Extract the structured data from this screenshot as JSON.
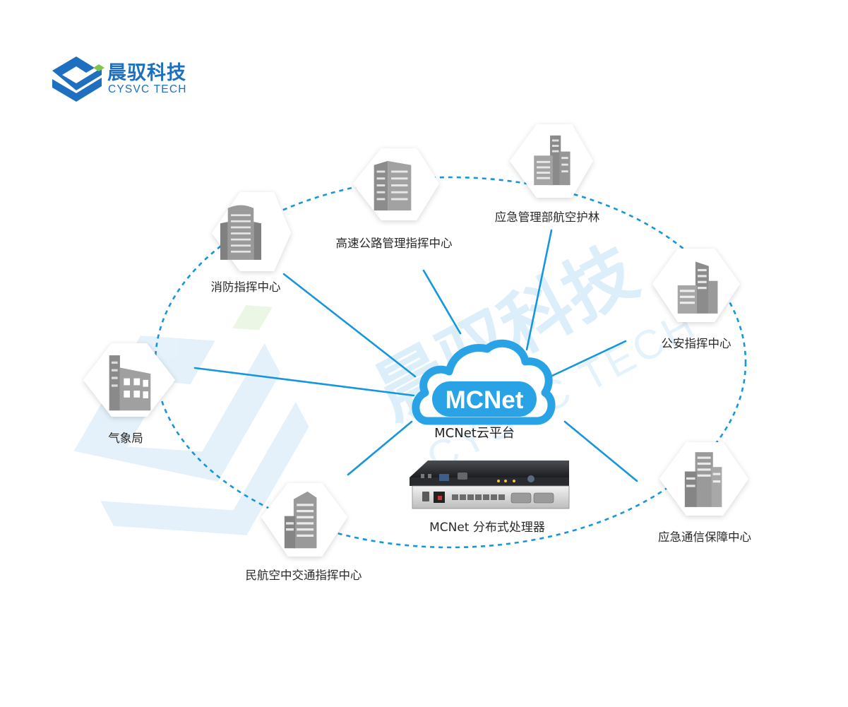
{
  "logo": {
    "name_cn": "晨驭科技",
    "name_en": "CYSVC TECH"
  },
  "watermark": {
    "cn": "晨驭科技",
    "en": "CYSVC TECH"
  },
  "center": {
    "cloud_text": "MCNet",
    "label": "MCNet云平台"
  },
  "device": {
    "label": "MCNet 分布式处理器"
  },
  "nodes": [
    {
      "label": "消防指挥中心",
      "icon": "building-icon"
    },
    {
      "label": "高速公路管理指挥中心",
      "icon": "building-icon"
    },
    {
      "label": "应急管理部航空护林",
      "icon": "building-icon"
    },
    {
      "label": "公安指挥中心",
      "icon": "building-icon"
    },
    {
      "label": "气象局",
      "icon": "building-icon"
    },
    {
      "label": "应急通信保障中心",
      "icon": "building-icon"
    },
    {
      "label": "民航空中交通指挥中心",
      "icon": "building-icon"
    }
  ],
  "colors": {
    "brand_blue": "#1e6fc0",
    "link_blue": "#1596dd",
    "cloud_blue": "#29a3e6",
    "logo_green": "#7ec54a",
    "building_gray": "#8a8a8a"
  }
}
